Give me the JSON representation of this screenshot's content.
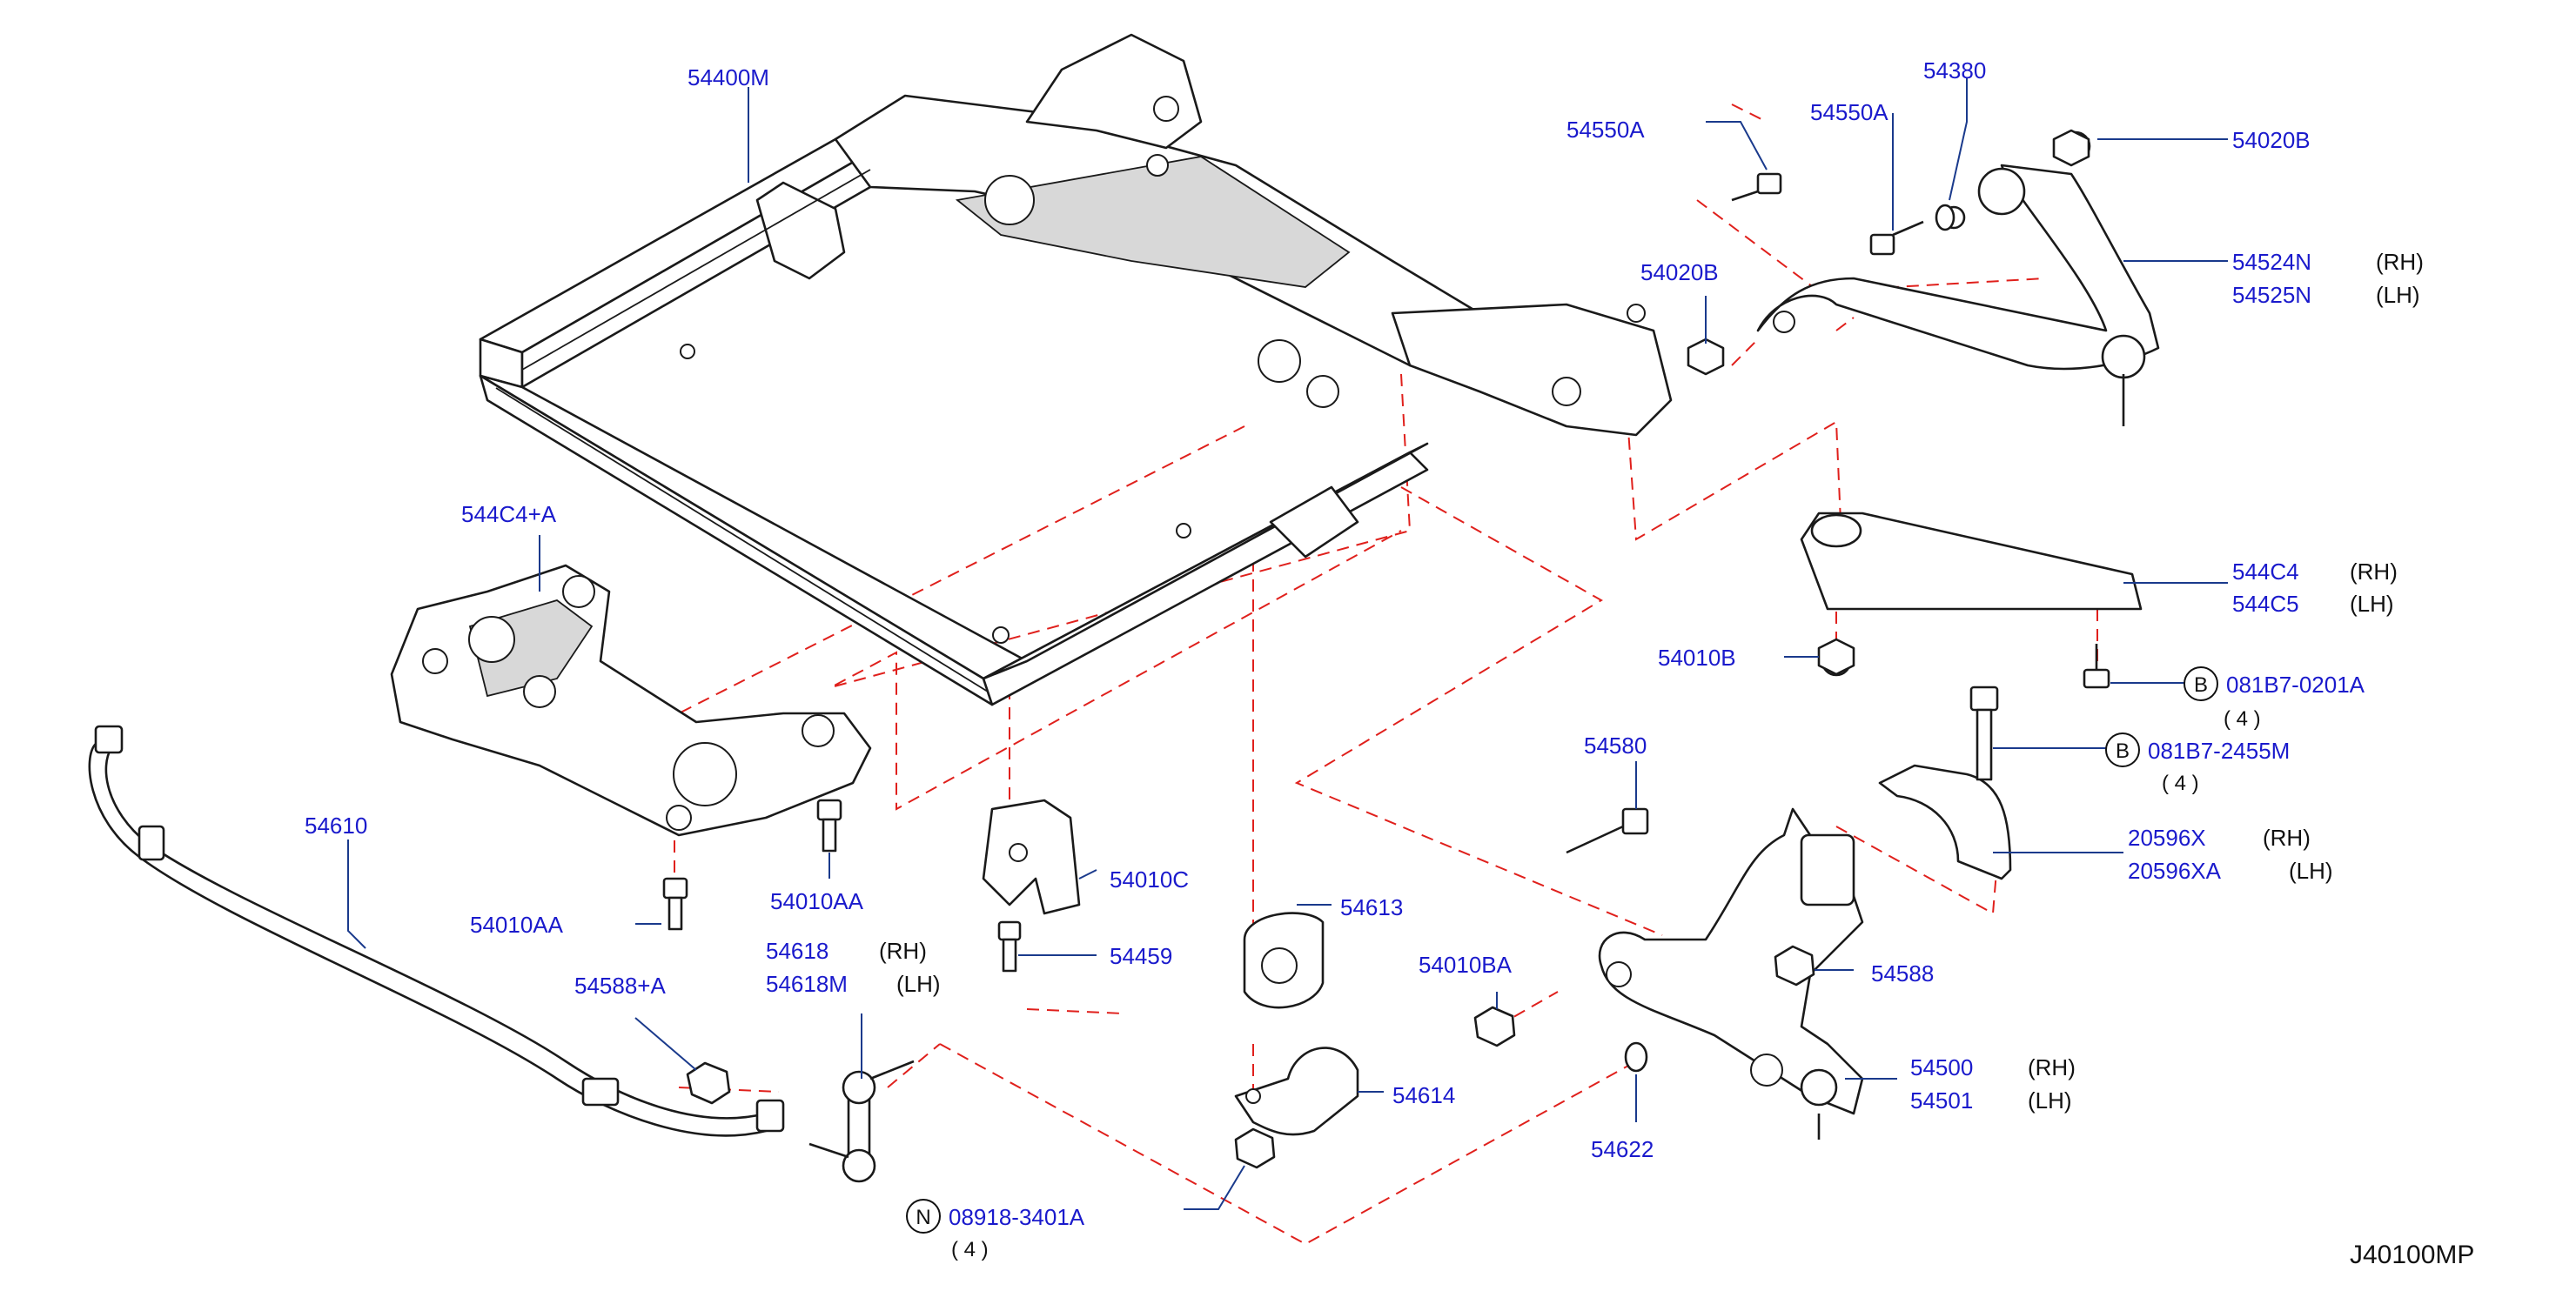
{
  "diagram_code": "J40100MP",
  "parts": [
    {
      "id": "p54400M",
      "number": "54400M"
    },
    {
      "id": "p54550A_1",
      "number": "54550A"
    },
    {
      "id": "p54550A_2",
      "number": "54550A"
    },
    {
      "id": "p54380",
      "number": "54380"
    },
    {
      "id": "p54020B_1",
      "number": "54020B"
    },
    {
      "id": "p54020B_2",
      "number": "54020B"
    },
    {
      "id": "p54524N",
      "number": "54524N",
      "side": "(RH)"
    },
    {
      "id": "p54525N",
      "number": "54525N",
      "side": "(LH)"
    },
    {
      "id": "p544C4A",
      "number": "544C4+A"
    },
    {
      "id": "p544C4",
      "number": "544C4",
      "side": "(RH)"
    },
    {
      "id": "p544C5",
      "number": "544C5",
      "side": "(LH)"
    },
    {
      "id": "p54010B",
      "number": "54010B"
    },
    {
      "id": "p081B7_0201A",
      "number": "081B7-0201A",
      "prefix": "B",
      "qty": "( 4 )"
    },
    {
      "id": "p081B7_2455M",
      "number": "081B7-2455M",
      "prefix": "B",
      "qty": "( 4 )"
    },
    {
      "id": "p54580",
      "number": "54580"
    },
    {
      "id": "p20596X",
      "number": "20596X",
      "side": "(RH)"
    },
    {
      "id": "p20596XA",
      "number": "20596XA",
      "side": "(LH)"
    },
    {
      "id": "p54610",
      "number": "54610"
    },
    {
      "id": "p54010AA_1",
      "number": "54010AA"
    },
    {
      "id": "p54010AA_2",
      "number": "54010AA"
    },
    {
      "id": "p54010C",
      "number": "54010C"
    },
    {
      "id": "p54459",
      "number": "54459"
    },
    {
      "id": "p54613",
      "number": "54613"
    },
    {
      "id": "p54618",
      "number": "54618",
      "side": "(RH)"
    },
    {
      "id": "p54618M",
      "number": "54618M",
      "side": "(LH)"
    },
    {
      "id": "p54588A",
      "number": "54588+A"
    },
    {
      "id": "p54010BA",
      "number": "54010BA"
    },
    {
      "id": "p54588",
      "number": "54588"
    },
    {
      "id": "p54614",
      "number": "54614"
    },
    {
      "id": "p54500",
      "number": "54500",
      "side": "(RH)"
    },
    {
      "id": "p54501",
      "number": "54501",
      "side": "(LH)"
    },
    {
      "id": "p54622",
      "number": "54622"
    },
    {
      "id": "p08918_3401A",
      "number": "08918-3401A",
      "prefix": "N",
      "qty": "( 4 )"
    }
  ],
  "colors": {
    "part_number": "#1a1acc",
    "leader_line": "#1a3a8c",
    "alignment_dash": "#e0201c",
    "outline": "#1a1a1a"
  }
}
